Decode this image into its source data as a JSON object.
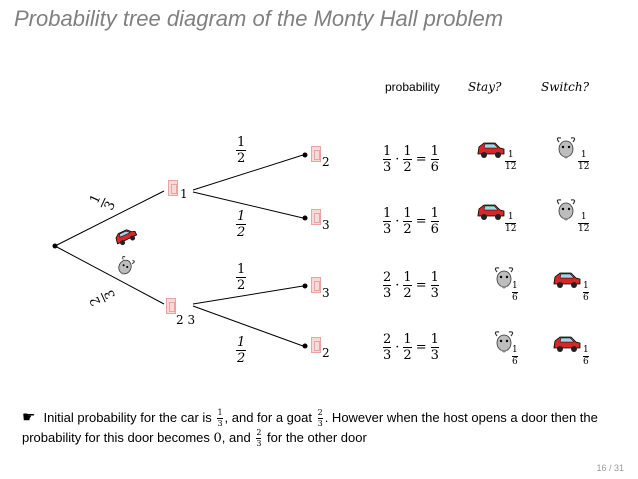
{
  "title": "Probability tree diagram of the Monty Hall problem",
  "headers": {
    "probability": "probability",
    "stay": "Stay?",
    "switch": "Switch?"
  },
  "tree": {
    "root_to_level1": [
      {
        "num": "1",
        "den": "3",
        "via_icon": "car-icon"
      },
      {
        "num": "2",
        "den": "3",
        "via_icon": "goat-icon"
      }
    ],
    "level1": [
      {
        "label": "1"
      },
      {
        "label": "2 3"
      }
    ],
    "branches": [
      {
        "num": "1",
        "den": "2",
        "italic": false,
        "leaf": "2"
      },
      {
        "num": "1",
        "den": "2",
        "italic": true,
        "leaf": "3"
      },
      {
        "num": "1",
        "den": "2",
        "italic": false,
        "leaf": "3"
      },
      {
        "num": "1",
        "den": "2",
        "italic": true,
        "leaf": "2"
      }
    ]
  },
  "rows": [
    {
      "a": {
        "num": "1",
        "den": "3"
      },
      "b": {
        "num": "1",
        "den": "2"
      },
      "r": {
        "num": "1",
        "den": "6"
      },
      "stay": {
        "icon": "car-icon",
        "num": "1",
        "den": "12"
      },
      "switch": {
        "icon": "goat-icon",
        "num": "1",
        "den": "12"
      }
    },
    {
      "a": {
        "num": "1",
        "den": "3"
      },
      "b": {
        "num": "1",
        "den": "2"
      },
      "r": {
        "num": "1",
        "den": "6"
      },
      "stay": {
        "icon": "car-icon",
        "num": "1",
        "den": "12"
      },
      "switch": {
        "icon": "goat-icon",
        "num": "1",
        "den": "12"
      }
    },
    {
      "a": {
        "num": "2",
        "den": "3"
      },
      "b": {
        "num": "1",
        "den": "2"
      },
      "r": {
        "num": "1",
        "den": "3"
      },
      "stay": {
        "icon": "goat-icon",
        "num": "1",
        "den": "6"
      },
      "switch": {
        "icon": "car-icon",
        "num": "1",
        "den": "6"
      }
    },
    {
      "a": {
        "num": "2",
        "den": "3"
      },
      "b": {
        "num": "1",
        "den": "2"
      },
      "r": {
        "num": "1",
        "den": "3"
      },
      "stay": {
        "icon": "goat-icon",
        "num": "1",
        "den": "6"
      },
      "switch": {
        "icon": "car-icon",
        "num": "1",
        "den": "6"
      }
    }
  ],
  "note": {
    "t1": "Initial probability for the car is",
    "f1": {
      "num": "1",
      "den": "3"
    },
    "t2": ", and for a goat",
    "f2": {
      "num": "2",
      "den": "3"
    },
    "t3": ". However when the host opens a door then the probability for this door becomes",
    "zero": "0",
    "t4": ", and",
    "f3": {
      "num": "2",
      "den": "3"
    },
    "t5": "for the other door"
  },
  "page": "16 / 31",
  "colors": {
    "title": "#808080",
    "car": "#d62828",
    "goat": "#7a7a7a",
    "door": "#f7d9d9"
  }
}
